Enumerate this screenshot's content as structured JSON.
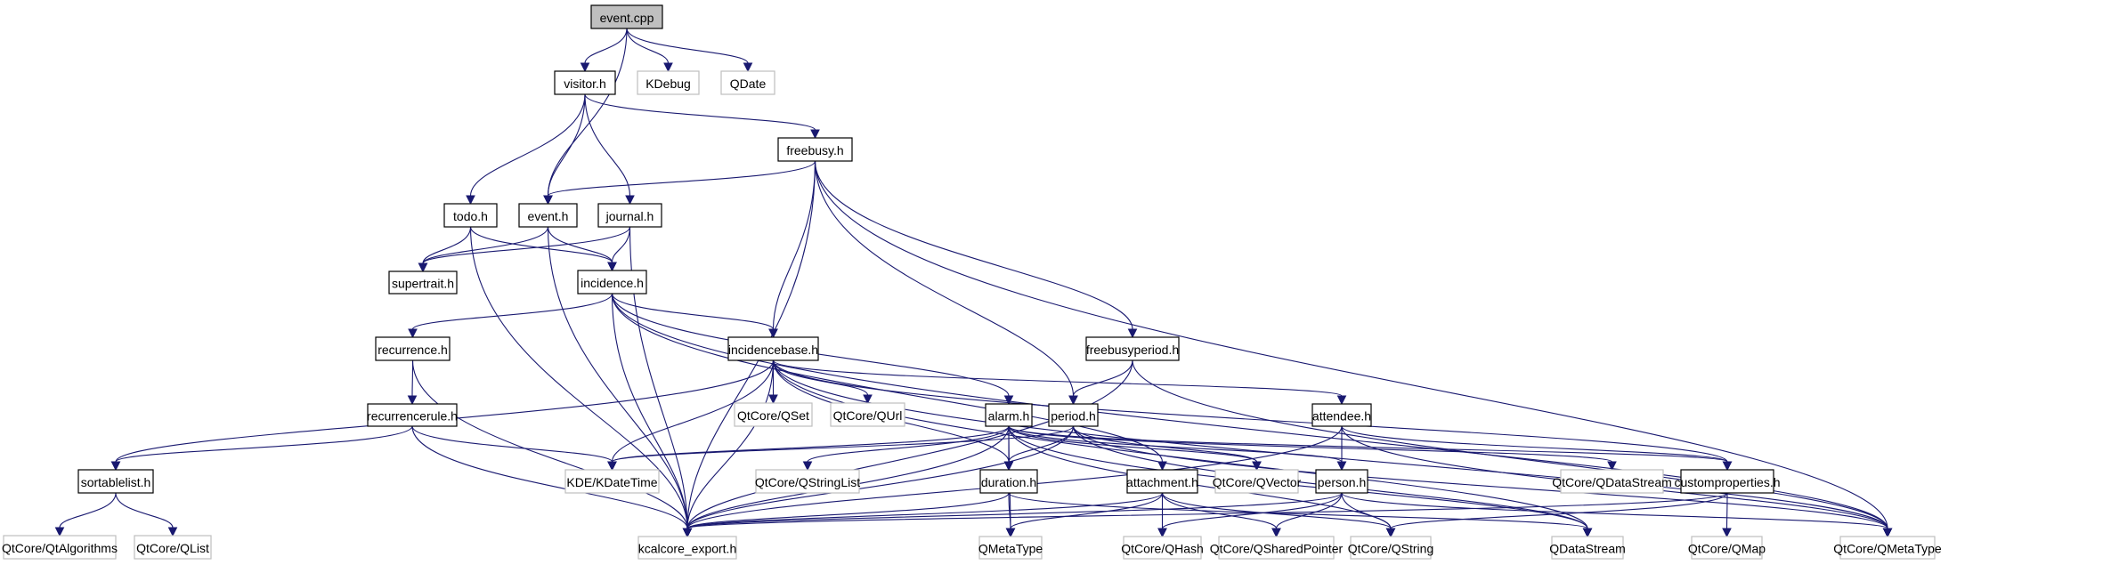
{
  "title": "event.cpp include dependency graph",
  "colors": {
    "edge": "#191970",
    "root_fill": "#bfbfbf",
    "local_border": "#000000",
    "external_border": "#bfbfbf"
  },
  "nodes": {
    "event_cpp": {
      "label": "event.cpp",
      "kind": "root"
    },
    "visitor_h": {
      "label": "visitor.h",
      "kind": "local"
    },
    "KDebug": {
      "label": "KDebug",
      "kind": "ext"
    },
    "QDate": {
      "label": "QDate",
      "kind": "ext"
    },
    "freebusy_h": {
      "label": "freebusy.h",
      "kind": "local"
    },
    "todo_h": {
      "label": "todo.h",
      "kind": "local"
    },
    "event_h": {
      "label": "event.h",
      "kind": "local"
    },
    "journal_h": {
      "label": "journal.h",
      "kind": "local"
    },
    "supertrait_h": {
      "label": "supertrait.h",
      "kind": "local"
    },
    "incidence_h": {
      "label": "incidence.h",
      "kind": "local"
    },
    "recurrence_h": {
      "label": "recurrence.h",
      "kind": "local"
    },
    "incidencebase_h": {
      "label": "incidencebase.h",
      "kind": "local"
    },
    "freebusyperiod_h": {
      "label": "freebusyperiod.h",
      "kind": "local"
    },
    "recurrencerule_h": {
      "label": "recurrencerule.h",
      "kind": "local"
    },
    "sortablelist_h": {
      "label": "sortablelist.h",
      "kind": "local"
    },
    "QtAlgorithms": {
      "label": "QtCore/QtAlgorithms",
      "kind": "ext"
    },
    "QList": {
      "label": "QtCore/QList",
      "kind": "ext"
    },
    "QSet": {
      "label": "QtCore/QSet",
      "kind": "ext"
    },
    "QUrl": {
      "label": "QtCore/QUrl",
      "kind": "ext"
    },
    "KDateTime": {
      "label": "KDE/KDateTime",
      "kind": "ext"
    },
    "QStringList": {
      "label": "QtCore/QStringList",
      "kind": "ext"
    },
    "kcalcore_export_h": {
      "label": "kcalcore_export.h",
      "kind": "ext"
    },
    "alarm_h": {
      "label": "alarm.h",
      "kind": "local"
    },
    "period_h": {
      "label": "period.h",
      "kind": "local"
    },
    "attendee_h": {
      "label": "attendee.h",
      "kind": "local"
    },
    "duration_h": {
      "label": "duration.h",
      "kind": "local"
    },
    "attachment_h": {
      "label": "attachment.h",
      "kind": "local"
    },
    "QVector": {
      "label": "QtCore/QVector",
      "kind": "ext"
    },
    "person_h": {
      "label": "person.h",
      "kind": "local"
    },
    "QMetaType": {
      "label": "QMetaType",
      "kind": "ext"
    },
    "QHash": {
      "label": "QtCore/QHash",
      "kind": "ext"
    },
    "QSharedPointer": {
      "label": "QtCore/QSharedPointer",
      "kind": "ext"
    },
    "QString": {
      "label": "QtCore/QString",
      "kind": "ext"
    },
    "QtDataStream": {
      "label": "QtCore/QDataStream",
      "kind": "ext"
    },
    "customproperties_h": {
      "label": "customproperties.h",
      "kind": "local"
    },
    "QDataStream": {
      "label": "QDataStream",
      "kind": "ext"
    },
    "QMap": {
      "label": "QtCore/QMap",
      "kind": "ext"
    },
    "QtMetaType": {
      "label": "QtCore/QMetaType",
      "kind": "ext"
    }
  },
  "edges": [
    [
      "event_cpp",
      "visitor_h"
    ],
    [
      "event_cpp",
      "KDebug"
    ],
    [
      "event_cpp",
      "QDate"
    ],
    [
      "event_cpp",
      "event_h"
    ],
    [
      "visitor_h",
      "todo_h"
    ],
    [
      "visitor_h",
      "event_h"
    ],
    [
      "visitor_h",
      "journal_h"
    ],
    [
      "visitor_h",
      "freebusy_h"
    ],
    [
      "freebusy_h",
      "event_h"
    ],
    [
      "freebusy_h",
      "incidencebase_h"
    ],
    [
      "freebusy_h",
      "period_h"
    ],
    [
      "freebusy_h",
      "freebusyperiod_h"
    ],
    [
      "freebusy_h",
      "kcalcore_export_h"
    ],
    [
      "freebusy_h",
      "QtMetaType"
    ],
    [
      "todo_h",
      "supertrait_h"
    ],
    [
      "todo_h",
      "incidence_h"
    ],
    [
      "todo_h",
      "kcalcore_export_h"
    ],
    [
      "event_h",
      "supertrait_h"
    ],
    [
      "event_h",
      "incidence_h"
    ],
    [
      "event_h",
      "kcalcore_export_h"
    ],
    [
      "journal_h",
      "supertrait_h"
    ],
    [
      "journal_h",
      "incidence_h"
    ],
    [
      "journal_h",
      "kcalcore_export_h"
    ],
    [
      "incidence_h",
      "recurrence_h"
    ],
    [
      "incidence_h",
      "incidencebase_h"
    ],
    [
      "incidence_h",
      "alarm_h"
    ],
    [
      "incidence_h",
      "attachment_h"
    ],
    [
      "incidence_h",
      "kcalcore_export_h"
    ],
    [
      "incidence_h",
      "QtMetaType"
    ],
    [
      "recurrence_h",
      "recurrencerule_h"
    ],
    [
      "recurrence_h",
      "kcalcore_export_h"
    ],
    [
      "recurrencerule_h",
      "sortablelist_h"
    ],
    [
      "recurrencerule_h",
      "KDateTime"
    ],
    [
      "recurrencerule_h",
      "kcalcore_export_h"
    ],
    [
      "sortablelist_h",
      "QtAlgorithms"
    ],
    [
      "sortablelist_h",
      "QList"
    ],
    [
      "incidencebase_h",
      "sortablelist_h"
    ],
    [
      "incidencebase_h",
      "KDateTime"
    ],
    [
      "incidencebase_h",
      "QSet"
    ],
    [
      "incidencebase_h",
      "QUrl"
    ],
    [
      "incidencebase_h",
      "attendee_h"
    ],
    [
      "incidencebase_h",
      "customproperties_h"
    ],
    [
      "incidencebase_h",
      "duration_h"
    ],
    [
      "incidencebase_h",
      "kcalcore_export_h"
    ],
    [
      "incidencebase_h",
      "QDataStream"
    ],
    [
      "incidencebase_h",
      "QtMetaType"
    ],
    [
      "freebusyperiod_h",
      "period_h"
    ],
    [
      "freebusyperiod_h",
      "kcalcore_export_h"
    ],
    [
      "freebusyperiod_h",
      "QtMetaType"
    ],
    [
      "alarm_h",
      "KDateTime"
    ],
    [
      "alarm_h",
      "QStringList"
    ],
    [
      "alarm_h",
      "duration_h"
    ],
    [
      "alarm_h",
      "person_h"
    ],
    [
      "alarm_h",
      "customproperties_h"
    ],
    [
      "alarm_h",
      "QVector"
    ],
    [
      "alarm_h",
      "QString"
    ],
    [
      "alarm_h",
      "kcalcore_export_h"
    ],
    [
      "alarm_h",
      "QMetaType"
    ],
    [
      "alarm_h",
      "QDataStream"
    ],
    [
      "alarm_h",
      "QtDataStream"
    ],
    [
      "period_h",
      "KDateTime"
    ],
    [
      "period_h",
      "duration_h"
    ],
    [
      "period_h",
      "QVector"
    ],
    [
      "period_h",
      "kcalcore_export_h"
    ],
    [
      "period_h",
      "QtMetaType"
    ],
    [
      "period_h",
      "QDataStream"
    ],
    [
      "attendee_h",
      "person_h"
    ],
    [
      "attendee_h",
      "customproperties_h"
    ],
    [
      "attendee_h",
      "kcalcore_export_h"
    ],
    [
      "attendee_h",
      "QtMetaType"
    ],
    [
      "duration_h",
      "QMetaType"
    ],
    [
      "duration_h",
      "kcalcore_export_h"
    ],
    [
      "duration_h",
      "QDataStream"
    ],
    [
      "attachment_h",
      "QHash"
    ],
    [
      "attachment_h",
      "QSharedPointer"
    ],
    [
      "attachment_h",
      "QString"
    ],
    [
      "attachment_h",
      "QMetaType"
    ],
    [
      "attachment_h",
      "kcalcore_export_h"
    ],
    [
      "person_h",
      "QHash"
    ],
    [
      "person_h",
      "QSharedPointer"
    ],
    [
      "person_h",
      "QString"
    ],
    [
      "person_h",
      "QtMetaType"
    ],
    [
      "person_h",
      "kcalcore_export_h"
    ],
    [
      "customproperties_h",
      "QMap"
    ],
    [
      "customproperties_h",
      "QString"
    ],
    [
      "customproperties_h",
      "kcalcore_export_h"
    ]
  ]
}
